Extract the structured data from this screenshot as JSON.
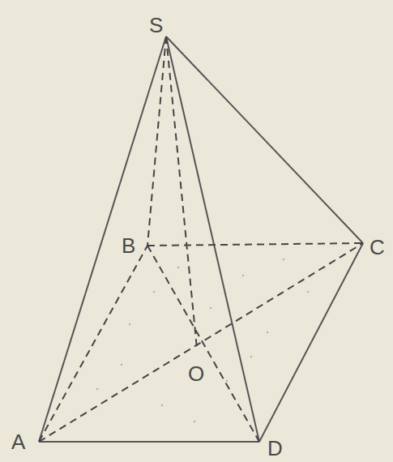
{
  "diagram": {
    "labels": [
      "S",
      "B",
      "C",
      "A",
      "D",
      "O"
    ]
  }
}
